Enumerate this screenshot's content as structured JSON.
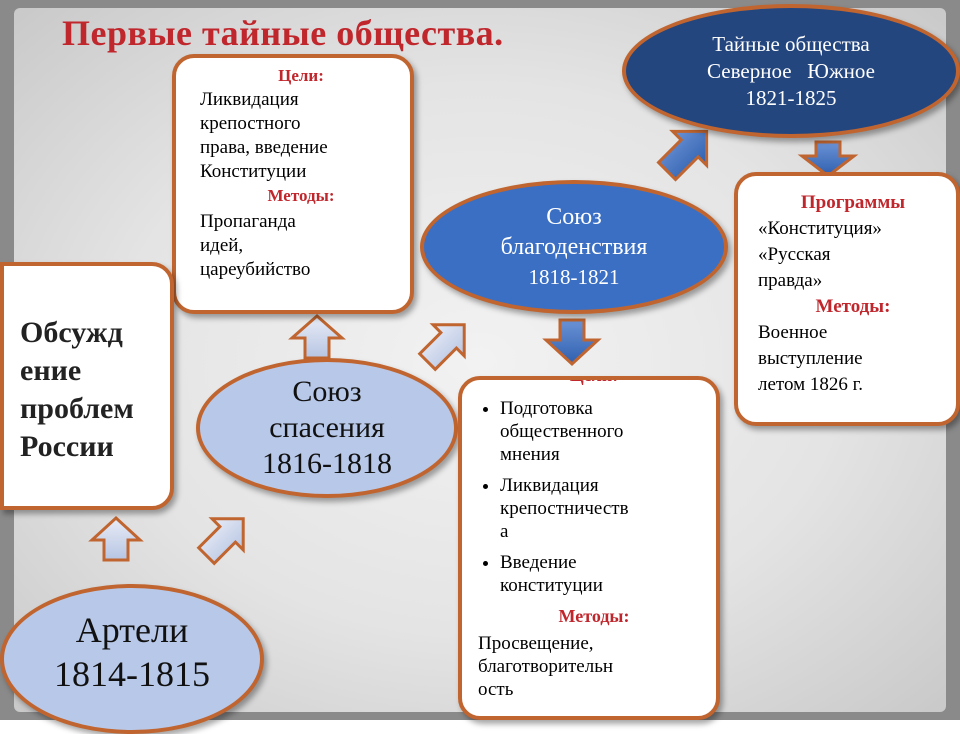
{
  "title": "Первые тайные общества.",
  "colors": {
    "accent_red": "#c0272d",
    "border_orange": "#c0652f",
    "oval_light": "#b8c8e8",
    "oval_blue": "#3a6fc4",
    "oval_dark": "#24467f"
  },
  "goals_box_1": {
    "goals_label": "Цели:",
    "goals_text_lines": [
      "Ликвидация",
      "крепостного",
      "права, введение",
      "Конституции"
    ],
    "methods_label": "Методы:",
    "methods_text_lines": [
      "Пропаганда",
      "идей,",
      "цареубийство"
    ]
  },
  "discussion_box": {
    "lines": [
      "Обсужд",
      "ение",
      "проблем",
      "России"
    ]
  },
  "soyuz_spaseniya": {
    "name_lines": [
      "Союз",
      "спасения"
    ],
    "years": "1816-1818"
  },
  "arteli": {
    "name": "Артели",
    "years": "1814-1815"
  },
  "soyuz_blagodenstviya": {
    "name_lines": [
      "Союз",
      "благоденствия"
    ],
    "years": "1818-1821"
  },
  "goals_box_2": {
    "goals_label": "Цели:",
    "items": [
      [
        "Подготовка",
        "общественного",
        "мнения"
      ],
      [
        "Ликвидация",
        "крепостничеств",
        "а"
      ],
      [
        "Введение",
        "конституции"
      ]
    ],
    "methods_label": "Методы:",
    "methods_text_lines": [
      "Просвещение,",
      "благотворительн",
      "ость"
    ]
  },
  "secret_societies": {
    "line1": "Тайные общества",
    "line2": "Северное   Южное",
    "years": "1821-1825"
  },
  "programs_box": {
    "programs_label": "Программы",
    "items": [
      "«Конституция»",
      "«Русская",
      "правда»"
    ],
    "methods_label": "Методы:",
    "methods_text_lines": [
      "Военное",
      "выступление",
      "летом 1826 г."
    ]
  }
}
